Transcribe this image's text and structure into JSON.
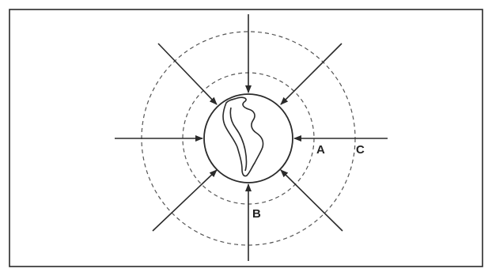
{
  "labels": {
    "a": "A",
    "b": "B",
    "c": "C"
  },
  "colors": {
    "ink": "#2a2a2a",
    "dashed": "#555555",
    "background": "#ffffff"
  }
}
